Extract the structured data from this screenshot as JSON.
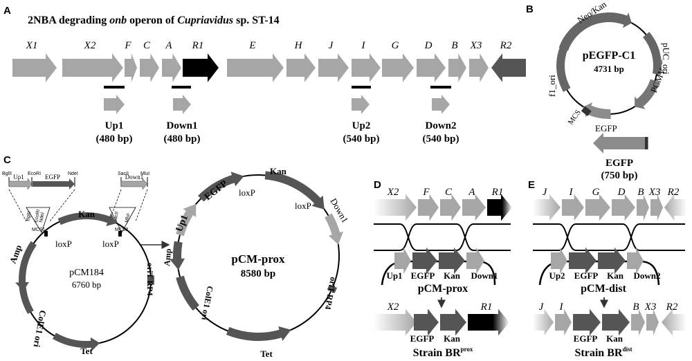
{
  "panel_a": {
    "label": "A",
    "title_pre": "2NBA degrading ",
    "title_italic_1": "onb",
    "title_mid": " operon of ",
    "title_italic_2": "Cupriavidus",
    "title_post": " sp. ST-14",
    "genes": [
      "X1",
      "X2",
      "F",
      "C",
      "A",
      "R1",
      "E",
      "H",
      "J",
      "I",
      "G",
      "D",
      "B",
      "X3",
      "R2"
    ],
    "fragments": [
      {
        "name": "Up1",
        "size": "(480 bp)"
      },
      {
        "name": "Down1",
        "size": "(480 bp)"
      },
      {
        "name": "Up2",
        "size": "(540 bp)"
      },
      {
        "name": "Down2",
        "size": "(540 bp)"
      }
    ]
  },
  "panel_b": {
    "label": "B",
    "plasmid_name": "pEGFP-C1",
    "plasmid_size": "4731 bp",
    "features": [
      "Neo/Kan",
      "pUC_ori",
      "PCMV",
      "EGFP",
      "MCS",
      "f1_ori"
    ],
    "fragment_name": "EGFP",
    "fragment_size": "(750 bp)"
  },
  "panel_c": {
    "label": "C",
    "insert_1": {
      "sites": [
        "BglII",
        "EcoRI",
        "NdeI"
      ],
      "parts": [
        "Up1",
        "EGFP"
      ]
    },
    "insert_2": {
      "sites": [
        "SacII",
        "MluI"
      ],
      "parts": [
        "Down1"
      ]
    },
    "mcs_1_sites": [
      "BglII",
      "EcoRI",
      "NdeI"
    ],
    "mcs_2_sites": [
      "SacII",
      "MluI"
    ],
    "mcs_label": "MCS1",
    "mcs_label_2": "MCS2",
    "p1": {
      "name": "pCM184",
      "size": "6760 bp",
      "features": [
        "Kan",
        "loxP",
        "loxP",
        "Amp",
        "ColE1 ori",
        "Tet",
        "oriT RP4"
      ]
    },
    "p2": {
      "name": "pCM-prox",
      "size": "8580 bp",
      "features": [
        "Kan",
        "EGFP",
        "Up1",
        "loxP",
        "loxP",
        "Down1",
        "Amp",
        "ColE1 ori",
        "oriT RP4",
        "Tet"
      ]
    }
  },
  "panel_d": {
    "label": "D",
    "top_genes": [
      "X2",
      "F",
      "C",
      "A",
      "R1"
    ],
    "plasmid_parts": [
      "Up1",
      "EGFP",
      "Kan",
      "Down1"
    ],
    "plasmid_name": "pCM-prox",
    "result_genes": [
      "X2",
      "R1"
    ],
    "result_parts": [
      "EGFP",
      "Kan"
    ],
    "strain_name": "Strain BR",
    "strain_sup": "prox"
  },
  "panel_e": {
    "label": "E",
    "top_genes": [
      "J",
      "I",
      "G",
      "D",
      "B",
      "X3",
      "R2"
    ],
    "plasmid_parts": [
      "Up2",
      "EGFP",
      "Kan",
      "Down2"
    ],
    "plasmid_name": "pCM-dist",
    "result_genes": [
      "J",
      "I",
      "B",
      "X3",
      "R2"
    ],
    "result_parts": [
      "EGFP",
      "Kan"
    ],
    "strain_name": "Strain BR",
    "strain_sup": "dist"
  },
  "colors": {
    "light": "#a6a6a6",
    "mid": "#8c8c8c",
    "dark": "#555555",
    "black": "#000000"
  }
}
